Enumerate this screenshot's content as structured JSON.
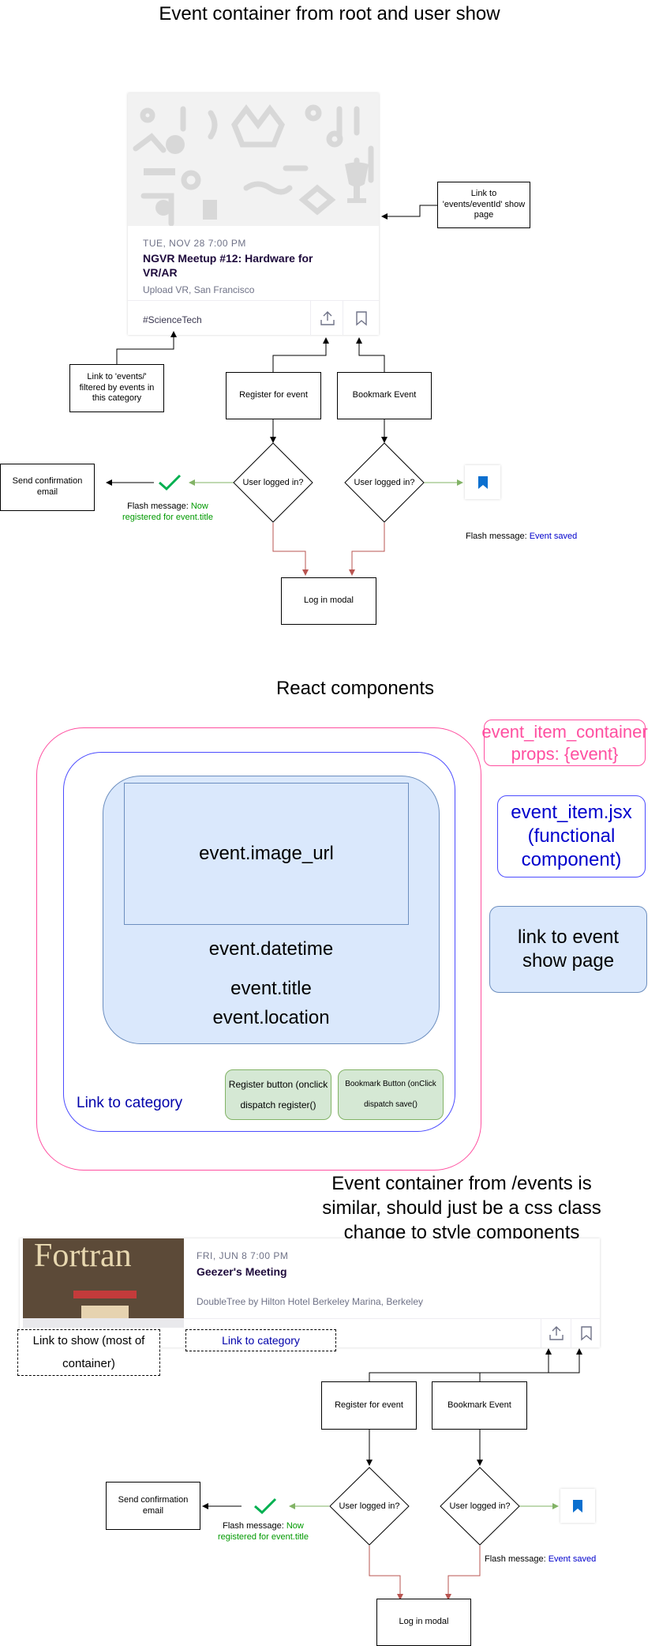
{
  "section1": {
    "heading": "Event container from root and user show",
    "card": {
      "date": "TUE, NOV 28 7:00 PM",
      "title": "NGVR Meetup #12: Hardware for VR/AR",
      "location": "Upload VR, San Francisco",
      "category": "#ScienceTech",
      "share_icon": "share-icon",
      "bookmark_icon": "bookmark-outline-icon"
    },
    "show_link_note": "Link to 'events/eventId' show page",
    "category_link_note": "Link to 'events/' filtered by events in this category",
    "register_box": "Register for event",
    "bookmark_box": "Bookmark Event",
    "decision_left": "User logged in?",
    "decision_right": "User logged in?",
    "send_email": "Send confirmation email",
    "flash_register_prefix": "Flash message: ",
    "flash_register_msg": "Now registered for event.title",
    "flash_saved_prefix": "Flash message: ",
    "flash_saved_msg": "Event saved",
    "login_modal": "Log in modal"
  },
  "section2": {
    "heading": "React components",
    "image_url": "event.image_url",
    "datetime": "event.datetime",
    "title": "event.title",
    "location": "event.location",
    "register_btn_line1": "Register button (onclick",
    "register_btn_line2": "dispatch register()",
    "bookmark_btn_line1": "Bookmark Button (onClick",
    "bookmark_btn_line2": "dispatch save()",
    "category_link": "Link to category",
    "legend_container_line1": "event_item_container",
    "legend_container_line2": "props: {event}",
    "legend_item": "event_item.jsx (functional component)",
    "legend_link": "link to event show page"
  },
  "section3": {
    "heading": "Event container from /events is similar, should just be a css class change to style components differently.",
    "card": {
      "image_text": "Fortran",
      "date": "FRI, JUN 8 7:00 PM",
      "title": "Geezer's Meeting",
      "location": "DoubleTree by Hilton Hotel Berkeley Marina, Berkeley"
    },
    "show_link": "Link to show (most of container)",
    "category_link": "Link to category",
    "register_box": "Register for event",
    "bookmark_box": "Bookmark Event",
    "decision_left": "User logged in?",
    "decision_right": "User logged in?",
    "send_email": "Send confirmation email",
    "flash_register_prefix": "Flash message: ",
    "flash_register_msg": "Now registered for event.title",
    "flash_saved_prefix": "Flash message: ",
    "flash_saved_msg": "Event saved",
    "login_modal": "Log in modal"
  },
  "colors": {
    "pink": "#ff4fa0",
    "blue": "#0000cc",
    "light_blue": "#dae8fc",
    "blue_border": "#6c8ebf",
    "green_fill": "#d5e8d4",
    "green_border": "#82b366",
    "green_text": "#009900",
    "red_arrow": "#b85450",
    "green_arrow": "#82b366",
    "bookmark_blue": "#1a73e8"
  }
}
